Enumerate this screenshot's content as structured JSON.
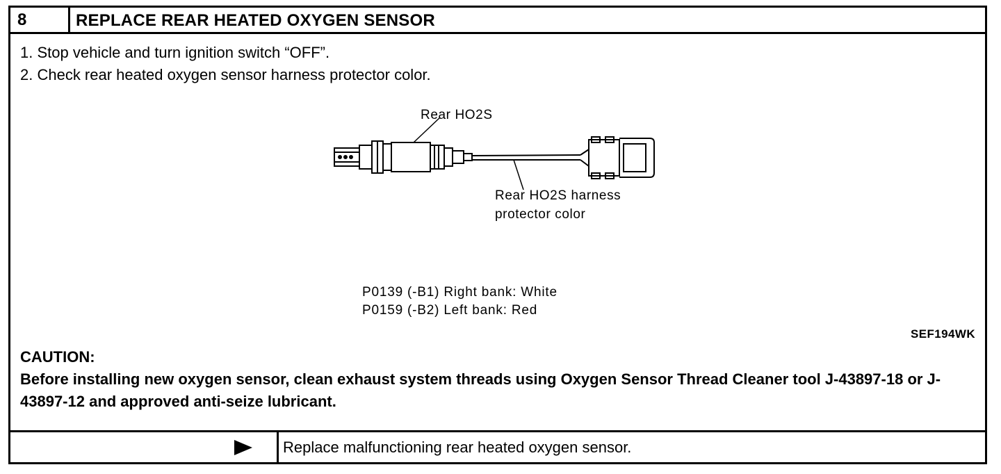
{
  "header": {
    "step_number": "8",
    "title": "REPLACE REAR HEATED OXYGEN SENSOR"
  },
  "steps": [
    "1.  Stop vehicle and turn ignition switch “OFF”.",
    "2.  Check rear heated oxygen sensor harness protector color."
  ],
  "figure": {
    "label_sensor": "Rear HO2S",
    "label_harness_line1": "Rear HO2S harness",
    "label_harness_line2": "protector color",
    "codes": [
      "P0139 (-B1) Right bank: White",
      "P0159 (-B2) Left bank: Red"
    ],
    "figure_id": "SEF194WK"
  },
  "caution": {
    "title": "CAUTION:",
    "text": "Before installing new oxygen sensor, clean exhaust system threads using Oxygen Sensor Thread Cleaner tool J-43897-18 or J-43897-12 and approved anti-seize lubricant."
  },
  "footer": {
    "result_text": "Replace malfunctioning rear heated oxygen sensor.",
    "arrow_icon": "right-triangle-icon"
  }
}
